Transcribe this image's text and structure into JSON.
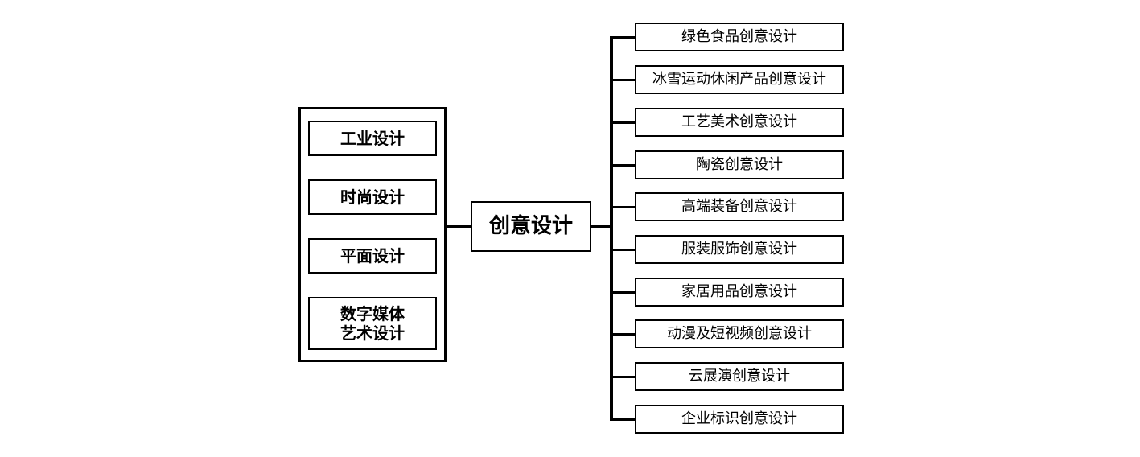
{
  "center": {
    "label": "创意设计"
  },
  "left_items": [
    {
      "label": "工业设计"
    },
    {
      "label": "时尚设计"
    },
    {
      "label": "平面设计"
    },
    {
      "label": "数字媒体\n艺术设计"
    }
  ],
  "right_items": [
    {
      "label": "绿色食品创意设计"
    },
    {
      "label": "冰雪运动休闲产品创意设计"
    },
    {
      "label": "工艺美术创意设计"
    },
    {
      "label": "陶瓷创意设计"
    },
    {
      "label": "高端装备创意设计"
    },
    {
      "label": "服装服饰创意设计"
    },
    {
      "label": "家居用品创意设计"
    },
    {
      "label": "动漫及短视频创意设计"
    },
    {
      "label": "云展演创意设计"
    },
    {
      "label": "企业标识创意设计"
    }
  ]
}
